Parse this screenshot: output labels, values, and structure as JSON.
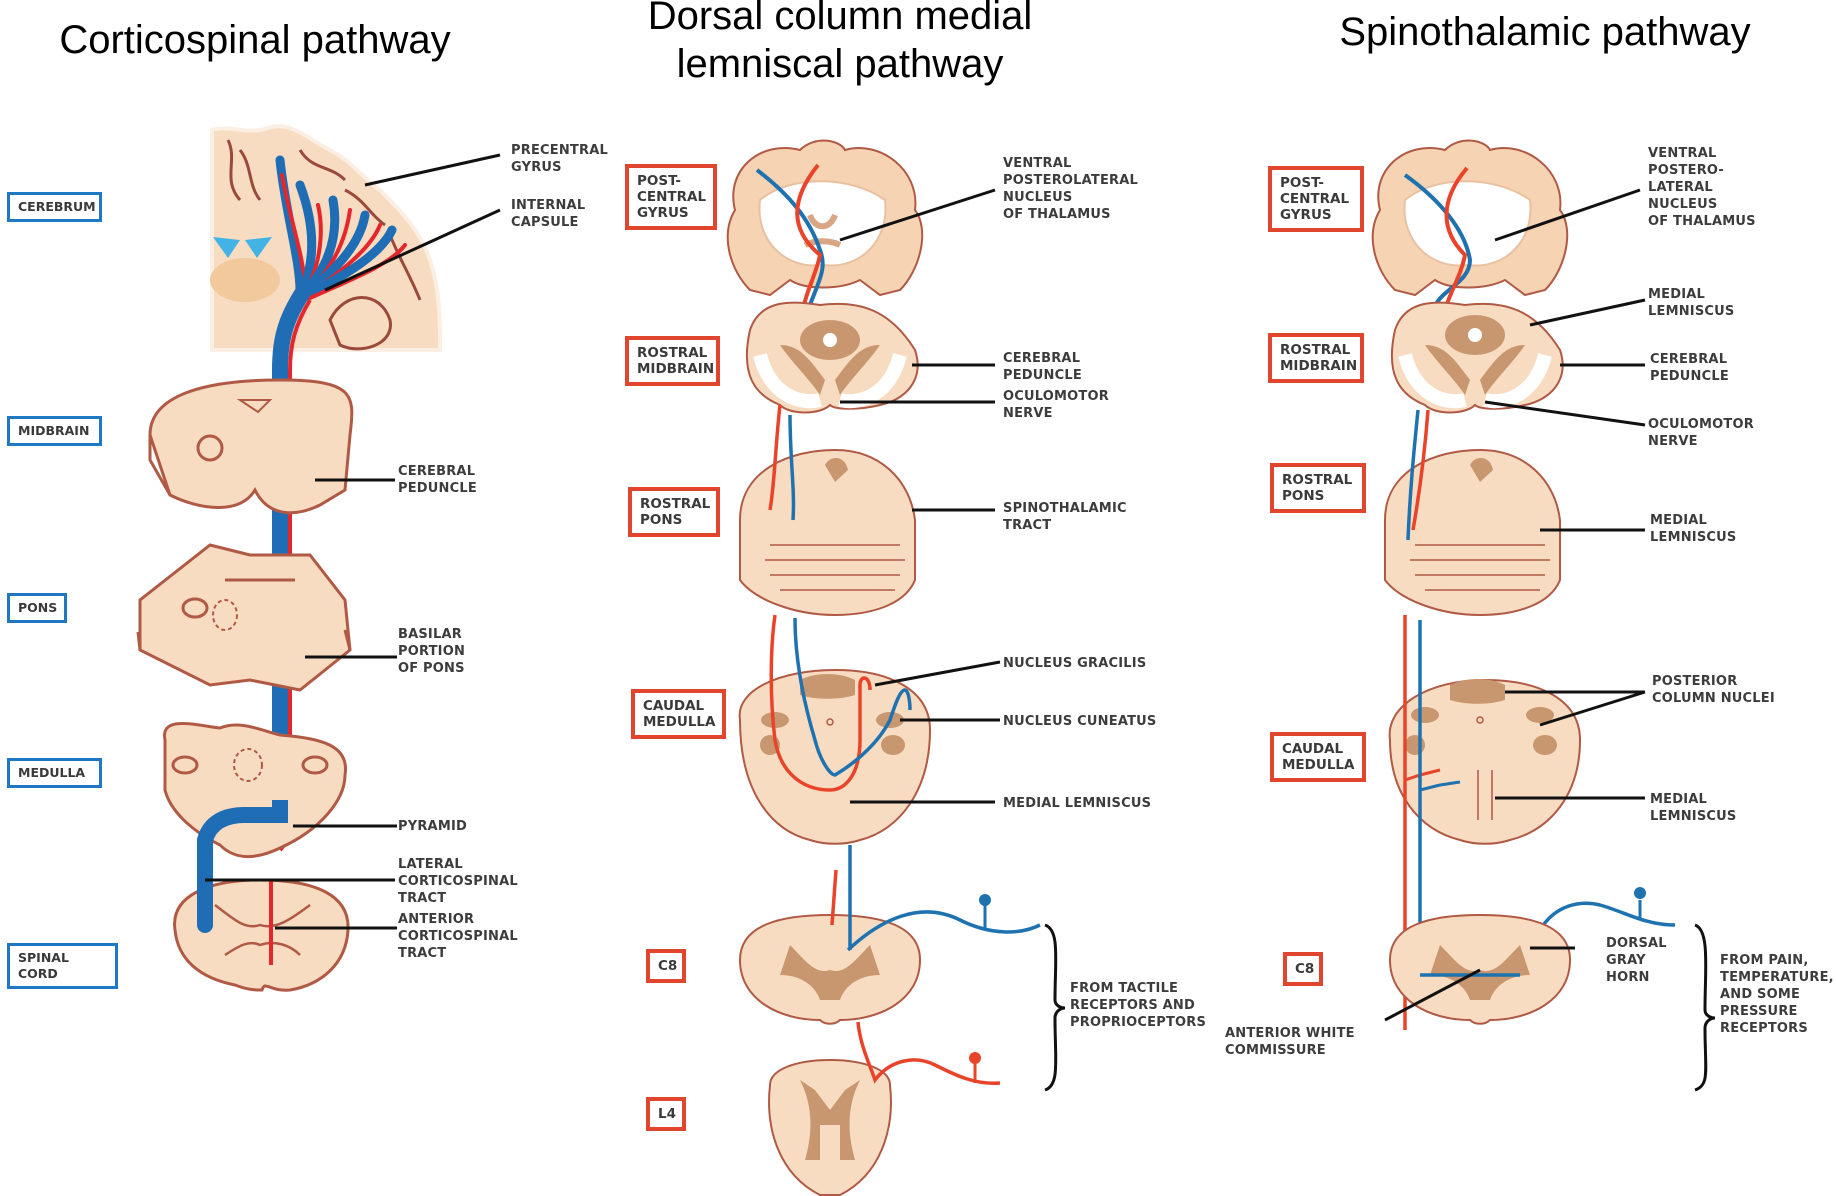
{
  "colors": {
    "tissue": "#f7dcc0",
    "tissue_edge": "#b05a45",
    "gray_matter": "#c9976f",
    "motor_tract_blue": "#1f6db5",
    "motor_tract_red": "#e5262d",
    "sensory_blue": "#1e72b0",
    "sensory_red": "#e9442a",
    "label_box_blue": "#1f78c4",
    "label_box_red": "#e2452d"
  },
  "panels": [
    {
      "title": "Corticospinal pathway",
      "levels": [
        "CEREBRUM",
        "MIDBRAIN",
        "PONS",
        "MEDULLA",
        "SPINAL CORD"
      ],
      "annotations": [
        "PRECENTRAL\nGYRUS",
        "INTERNAL\nCAPSULE",
        "CEREBRAL\nPEDUNCLE",
        "BASILAR\nPORTION\nOF PONS",
        "PYRAMID",
        "LATERAL\nCORTICOSPINAL\nTRACT",
        "ANTERIOR\nCORTICOSPINAL\nTRACT"
      ]
    },
    {
      "title": "Dorsal column medial\nlemniscal pathway",
      "levels": [
        "POST-\nCENTRAL\nGYRUS",
        "ROSTRAL\nMIDBRAIN",
        "ROSTRAL\nPONS",
        "CAUDAL\nMEDULLA",
        "C8",
        "L4"
      ],
      "annotations": [
        "VENTRAL\nPOSTEROLATERAL\nNUCLEUS\nOF THALAMUS",
        "CEREBRAL\nPEDUNCLE",
        "OCULOMOTOR\nNERVE",
        "SPINOTHALAMIC\nTRACT",
        "NUCLEUS GRACILIS",
        "NUCLEUS CUNEATUS",
        "MEDIAL LEMNISCUS",
        "FROM TACTILE\nRECEPTORS AND\nPROPRIOCEPTORS"
      ]
    },
    {
      "title": "Spinothalamic pathway",
      "levels": [
        "POST-\nCENTRAL\nGYRUS",
        "ROSTRAL\nMIDBRAIN",
        "ROSTRAL\nPONS",
        "CAUDAL\nMEDULLA",
        "C8"
      ],
      "annotations": [
        "VENTRAL\nPOSTERO-\nLATERAL\nNUCLEUS\nOF THALAMUS",
        "MEDIAL\nLEMNISCUS",
        "CEREBRAL\nPEDUNCLE",
        "OCULOMOTOR\nNERVE",
        "MEDIAL\nLEMNISCUS",
        "POSTERIOR\nCOLUMN NUCLEI",
        "MEDIAL\nLEMNISCUS",
        "DORSAL\nGRAY\nHORN",
        "ANTERIOR WHITE\nCOMMISSURE",
        "FROM PAIN,\nTEMPERATURE,\nAND SOME\nPRESSURE\nRECEPTORS"
      ]
    }
  ]
}
